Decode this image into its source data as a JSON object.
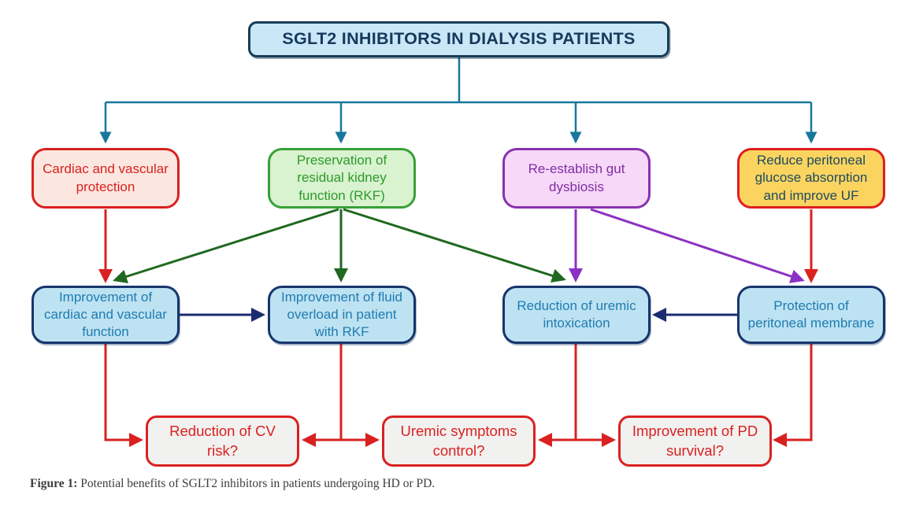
{
  "title": {
    "label": "SGLT2 INHIBITORS IN DIALYSIS PATIENTS"
  },
  "benefits": [
    {
      "label": "Cardiac and vascular protection",
      "theme": "red"
    },
    {
      "label": "Preservation of residual kidney function (RKF)",
      "theme": "green"
    },
    {
      "label": "Re-establish gut dysbiosis",
      "theme": "purple"
    },
    {
      "label": "Reduce peritoneal glucose absorption and improve UF",
      "theme": "yellow"
    }
  ],
  "outcomes": [
    {
      "label": "Improvement of cardiac and vascular function"
    },
    {
      "label": "Improvement of fluid overload in patient with RKF"
    },
    {
      "label": "Reduction of uremic intoxication"
    },
    {
      "label": "Protection of peritoneal membrane"
    }
  ],
  "questions": [
    {
      "label": "Reduction of CV risk?"
    },
    {
      "label": "Uremic symptoms control?"
    },
    {
      "label": "Improvement of PD survival?"
    }
  ],
  "caption": {
    "prefix": "Figure 1:",
    "text": " Potential benefits of SGLT2 inhibitors in patients undergoing HD or PD."
  },
  "palette": {
    "teal_connector": "#17789b",
    "red": "#d92121",
    "dark_green_arrow": "#206820",
    "purple_arrow": "#8d31c4",
    "navy_arrow": "#1b2d70",
    "title_fill": "#cae7f7",
    "title_border": "#173c56",
    "blue_node_fill": "#bde2f2",
    "blue_node_border": "#17356d",
    "blue_node_text": "#1f7cb0",
    "question_fill": "#f1f1ef",
    "yellow_fill": "#fbd460",
    "green_fill": "#d9f2cf",
    "pink_fill": "#f8d8f8",
    "peach_fill": "#fbe7df"
  }
}
